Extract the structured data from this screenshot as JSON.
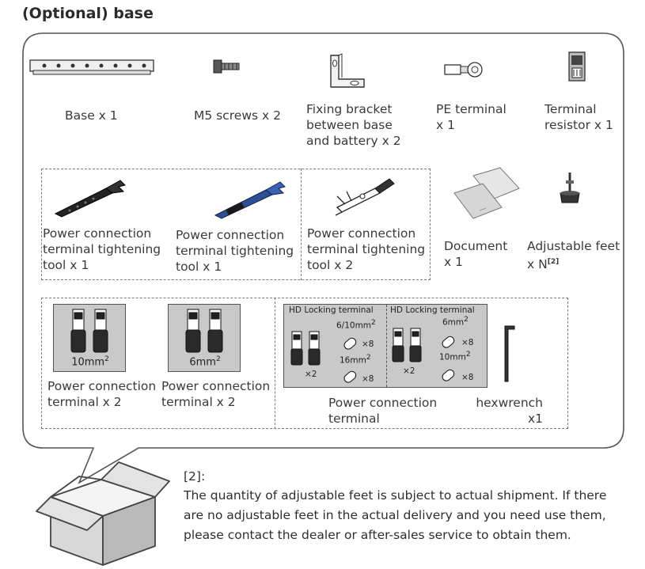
{
  "title": "(Optional) base",
  "row1": [
    {
      "label": "Base x 1",
      "icon": "base-rail-icon"
    },
    {
      "label": "M5 screws x 2",
      "icon": "screw-icon"
    },
    {
      "label": "Fixing bracket\nbetween base\nand battery x 2",
      "icon": "l-bracket-icon"
    },
    {
      "label": "PE terminal\nx 1",
      "icon": "ring-terminal-icon"
    },
    {
      "label": "Terminal\nresistor x 1",
      "icon": "terminal-resistor-icon"
    }
  ],
  "row2": [
    {
      "label": "Power connection\nterminal tightening\ntool x 1",
      "icon": "black-wrench-tool-icon"
    },
    {
      "label": "Power connection\nterminal tightening\ntool x 1",
      "icon": "blue-wrench-tool-icon"
    },
    {
      "label": "Power connection\nterminal tightening\ntool x 2",
      "icon": "crimp-tool-icon"
    },
    {
      "label": "Document\nx 1",
      "icon": "document-icon"
    },
    {
      "label": "Adjustable feet\nx N",
      "sup": "[2]",
      "icon": "adjustable-foot-icon"
    }
  ],
  "row3": {
    "terminals": [
      {
        "size": "10mm",
        "size_sup": "2",
        "label": "Power connection\nterminal x 2"
      },
      {
        "size": "6mm",
        "size_sup": "2",
        "label": "Power connection\nterminal x 2"
      }
    ],
    "hd": [
      {
        "title": "HD Locking terminal",
        "top_size": "6/10mm",
        "bottom_size": "16mm",
        "sup": "2",
        "count_top": "×8",
        "count_bottom": "×8",
        "count_left": "×2"
      },
      {
        "title": "HD Locking terminal",
        "top_size": "6mm",
        "bottom_size": "10mm",
        "sup": "2",
        "count_top": "×8",
        "count_bottom": "×8",
        "count_left": "×2"
      }
    ],
    "hd_label": "Power connection\nterminal",
    "hexwrench_label": "hexwrench\nx1"
  },
  "note": {
    "ref": "[2]:",
    "text": "The quantity of adjustable feet is subject to actual shipment. If there are no adjustable feet in the actual delivery and you need use them, please contact the dealer or after-sales service to obtain them."
  }
}
